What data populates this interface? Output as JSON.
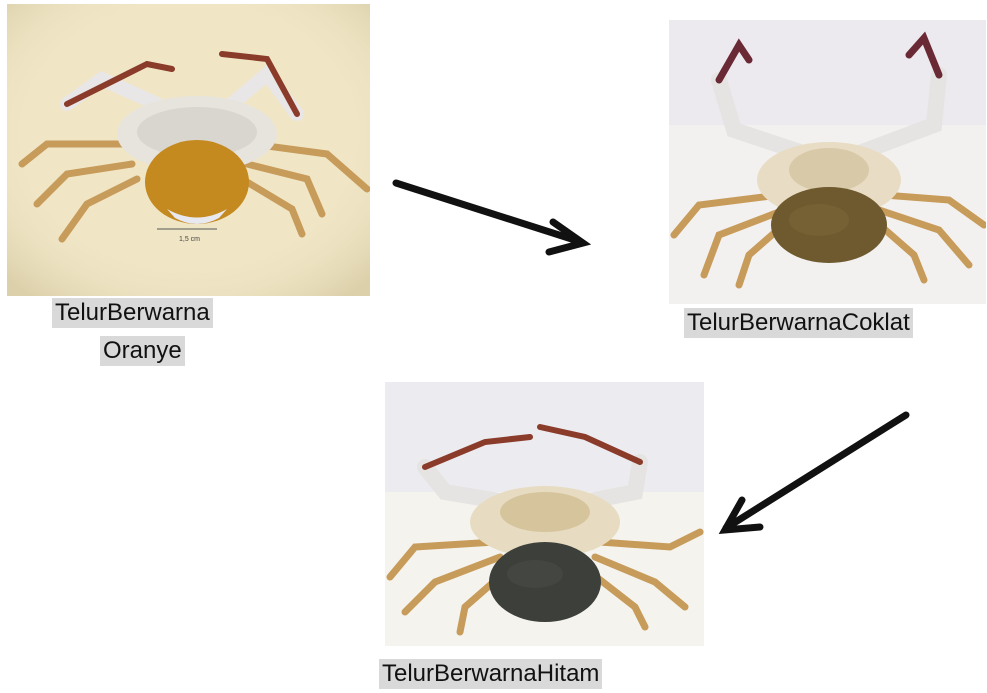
{
  "stages": [
    {
      "caption_line1": "TelurBerwarna",
      "caption_line2": "Oranye",
      "egg_color": "#c4891f"
    },
    {
      "caption": "TelurBerwarnaCoklat",
      "egg_color": "#6e5a2e"
    },
    {
      "caption": "TelurBerwarnaHitam",
      "egg_color": "#3d3f3a"
    }
  ],
  "scale_label": "1,5 cm",
  "colors": {
    "arrow": "#111111",
    "caption_bg": "#d9d9d9",
    "shell": "#e7e4dd",
    "leg": "#c79b5a"
  }
}
